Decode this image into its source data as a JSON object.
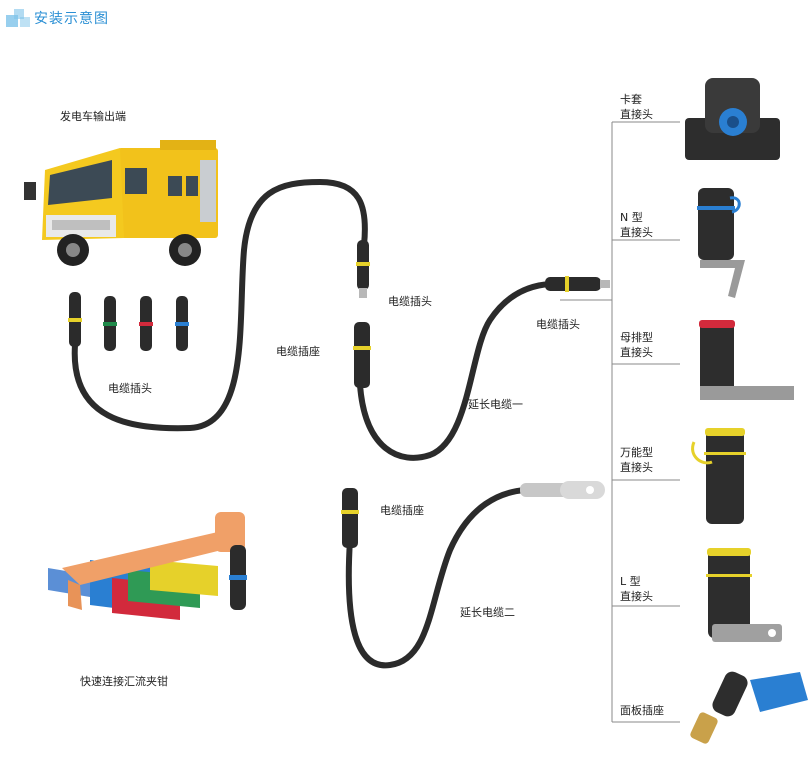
{
  "header": {
    "title": "安装示意图"
  },
  "labels": {
    "truck": "发电车输出端",
    "plug_left": "电缆插头",
    "socket_mid": "电缆插座",
    "plug_mid": "电缆插头",
    "plug_right": "电缆插头",
    "ext1": "延长电缆一",
    "socket_low": "电缆插座",
    "ext2": "延长电缆二",
    "clamp": "快速连接汇流夹钳"
  },
  "connectors": [
    {
      "line1": "卡套",
      "line2": "直接头"
    },
    {
      "line1": "N 型",
      "line2": "直接头"
    },
    {
      "line1": "母排型",
      "line2": "直接头"
    },
    {
      "line1": "万能型",
      "line2": "直接头"
    },
    {
      "line1": "L 型",
      "line2": "直接头"
    },
    {
      "line1": "面板插座",
      "line2": ""
    }
  ],
  "colors": {
    "accent": "#2a8fd4",
    "truck": "#f2c21b",
    "cable": "#2b2b2b",
    "ring_yellow": "#e6d12a",
    "ring_green": "#1f8a4a",
    "ring_red": "#d22a3c",
    "ring_blue": "#2a7fd2"
  }
}
